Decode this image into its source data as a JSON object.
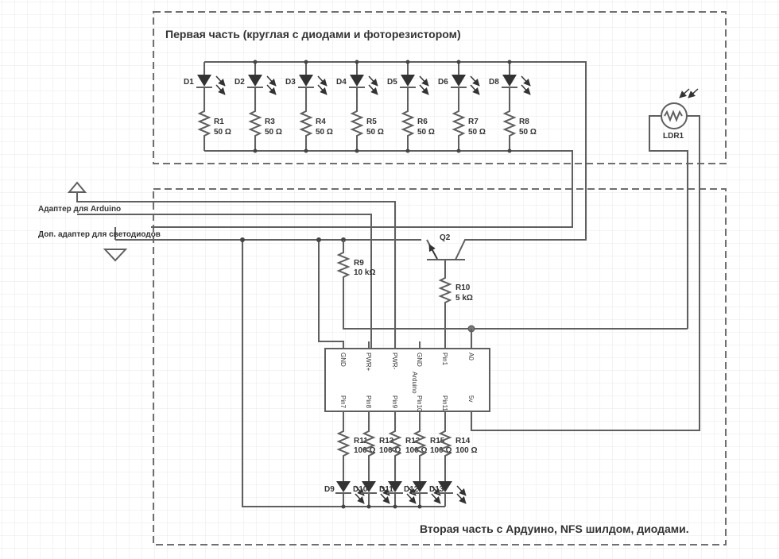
{
  "sections": {
    "part1_title": "Первая часть (круглая с диодами и фоторезистором)",
    "part2_title": "Вторая часть с Ардуино, NFS шилдом, диодами."
  },
  "power": {
    "arduino_adapter": "Адаптер для Arduino",
    "led_adapter": "Доп. адаптер для светодиодов"
  },
  "top_leds": [
    {
      "diode": "D1",
      "resistor": "R1",
      "value": "50 Ω"
    },
    {
      "diode": "D2",
      "resistor": "R3",
      "value": "50 Ω"
    },
    {
      "diode": "D3",
      "resistor": "R4",
      "value": "50 Ω"
    },
    {
      "diode": "D4",
      "resistor": "R5",
      "value": "50 Ω"
    },
    {
      "diode": "D5",
      "resistor": "R6",
      "value": "50 Ω"
    },
    {
      "diode": "D6",
      "resistor": "R7",
      "value": "50 Ω"
    },
    {
      "diode": "D8",
      "resistor": "R8",
      "value": "50 Ω"
    }
  ],
  "ldr": {
    "label": "LDR1"
  },
  "transistor": {
    "label": "Q2"
  },
  "r9": {
    "name": "R9",
    "value": "10 kΩ"
  },
  "r10": {
    "name": "R10",
    "value": "5 kΩ"
  },
  "arduino": {
    "label": "Arduino",
    "top_pins": [
      "GND",
      "PWR+",
      "PWR-",
      "GND",
      "Pin1",
      "A0"
    ],
    "bottom_pins": [
      "Pin7",
      "Pin8",
      "Pin9",
      "Pin10",
      "Pin11",
      "5v"
    ]
  },
  "bottom_leds": [
    {
      "resistor": "R11",
      "value": "100 Ω",
      "diode": "D9"
    },
    {
      "resistor": "R13",
      "value": "100 Ω",
      "diode": "D10"
    },
    {
      "resistor": "R12",
      "value": "100 Ω",
      "diode": "D11"
    },
    {
      "resistor": "R15",
      "value": "100 Ω",
      "diode": "D12"
    },
    {
      "resistor": "R14",
      "value": "100 Ω",
      "diode": "D13"
    }
  ]
}
